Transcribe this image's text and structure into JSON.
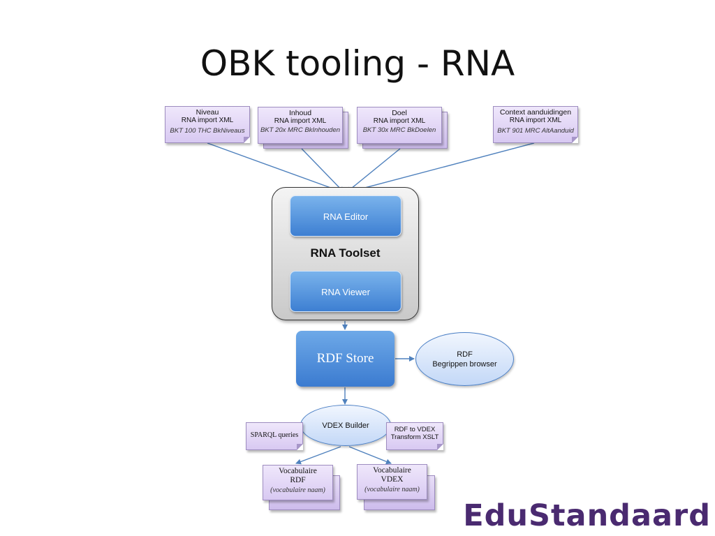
{
  "title": "OBK tooling - RNA",
  "inputs": [
    {
      "line1": "Niveau",
      "line2": "RNA import XML",
      "line3": "BKT 100 THC BkNiveaus"
    },
    {
      "line1": "Inhoud",
      "line2": "RNA import XML",
      "line3": "BKT 20x MRC BkInhouden"
    },
    {
      "line1": "Doel",
      "line2": "RNA import XML",
      "line3": "BKT 30x MRC BkDoelen"
    },
    {
      "line1": "Context aanduidingen",
      "line2": "RNA import XML",
      "line3": "BKT 901 MRC AltAanduid"
    }
  ],
  "toolset": {
    "label": "RNA Toolset",
    "editor": "RNA Editor",
    "viewer": "RNA Viewer"
  },
  "rdf_store": "RDF Store",
  "rdf_browser": {
    "line1": "RDF",
    "line2": "Begrippen browser"
  },
  "vdex_builder": "VDEX Builder",
  "sparql": "SPARQL queries",
  "xslt": {
    "line1": "RDF to VDEX",
    "line2": "Transform XSLT"
  },
  "outputs": [
    {
      "line1": "Vocabulaire",
      "line2": "RDF",
      "line3": "(vocabulaire naam)"
    },
    {
      "line1": "Vocabulaire",
      "line2": "VDEX",
      "line3": "(vocabulaire naam)"
    }
  ],
  "logo": "EduStandaard",
  "colors": {
    "arrow": "#4f81bd",
    "logo": "#4a2a70",
    "box_blue": "#4a8ad8",
    "doc_purple": "#d8c9f2"
  }
}
